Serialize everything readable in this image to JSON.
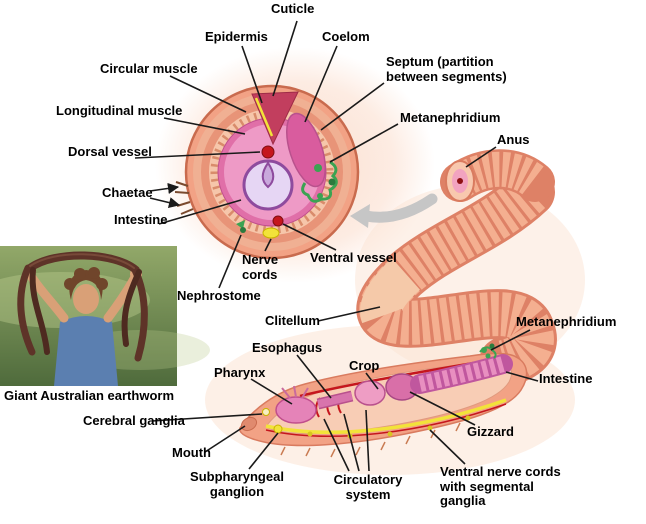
{
  "figure": "Earthworm anatomy diagram",
  "photo": {
    "caption": "Giant Australian earthworm"
  },
  "labels": {
    "cuticle": "Cuticle",
    "epidermis": "Epidermis",
    "coelom": "Coelom",
    "circular_muscle": "Circular muscle",
    "septum": "Septum (partition between segments)",
    "longitudinal_muscle": "Longitudinal muscle",
    "metanephridium_cross": "Metanephridium",
    "dorsal_vessel": "Dorsal vessel",
    "anus": "Anus",
    "chaetae": "Chaetae",
    "intestine_cross": "Intestine",
    "nerve_cords": "Nerve cords",
    "ventral_vessel": "Ventral vessel",
    "nephrostome": "Nephrostome",
    "clitellum": "Clitellum",
    "metanephridium_body": "Metanephridium",
    "esophagus": "Esophagus",
    "crop": "Crop",
    "pharynx": "Pharynx",
    "intestine_body": "Intestine",
    "cerebral_ganglia": "Cerebral ganglia",
    "gizzard": "Gizzard",
    "mouth": "Mouth",
    "subpharyngeal_ganglion": "Subpharyngeal ganglion",
    "circulatory_system": "Circulatory system",
    "ventral_nerve_cords": "Ventral nerve cords with segmental ganglia"
  },
  "colors": {
    "label_text": "#000000",
    "worm_body": "#F2A285",
    "worm_band_light": "#F4AF90",
    "worm_shadow": "#DE8166",
    "halo_pink": "#FBDCCB",
    "interior_magenta": "#E06FA8",
    "septum_pink": "#D95C9E",
    "intestine_lavender": "#E6D6F4",
    "metanephridium_green": "#3BA352",
    "vessel_red": "#C5161D",
    "nerve_yellow": "#F2E33A",
    "cut_face_red": "#C23E5E",
    "arrow_gray": "#C6C6C6",
    "photo_grass": "#6E8F55",
    "photo_shirt": "#5B7FB0",
    "photo_worm": "#5E3328"
  }
}
